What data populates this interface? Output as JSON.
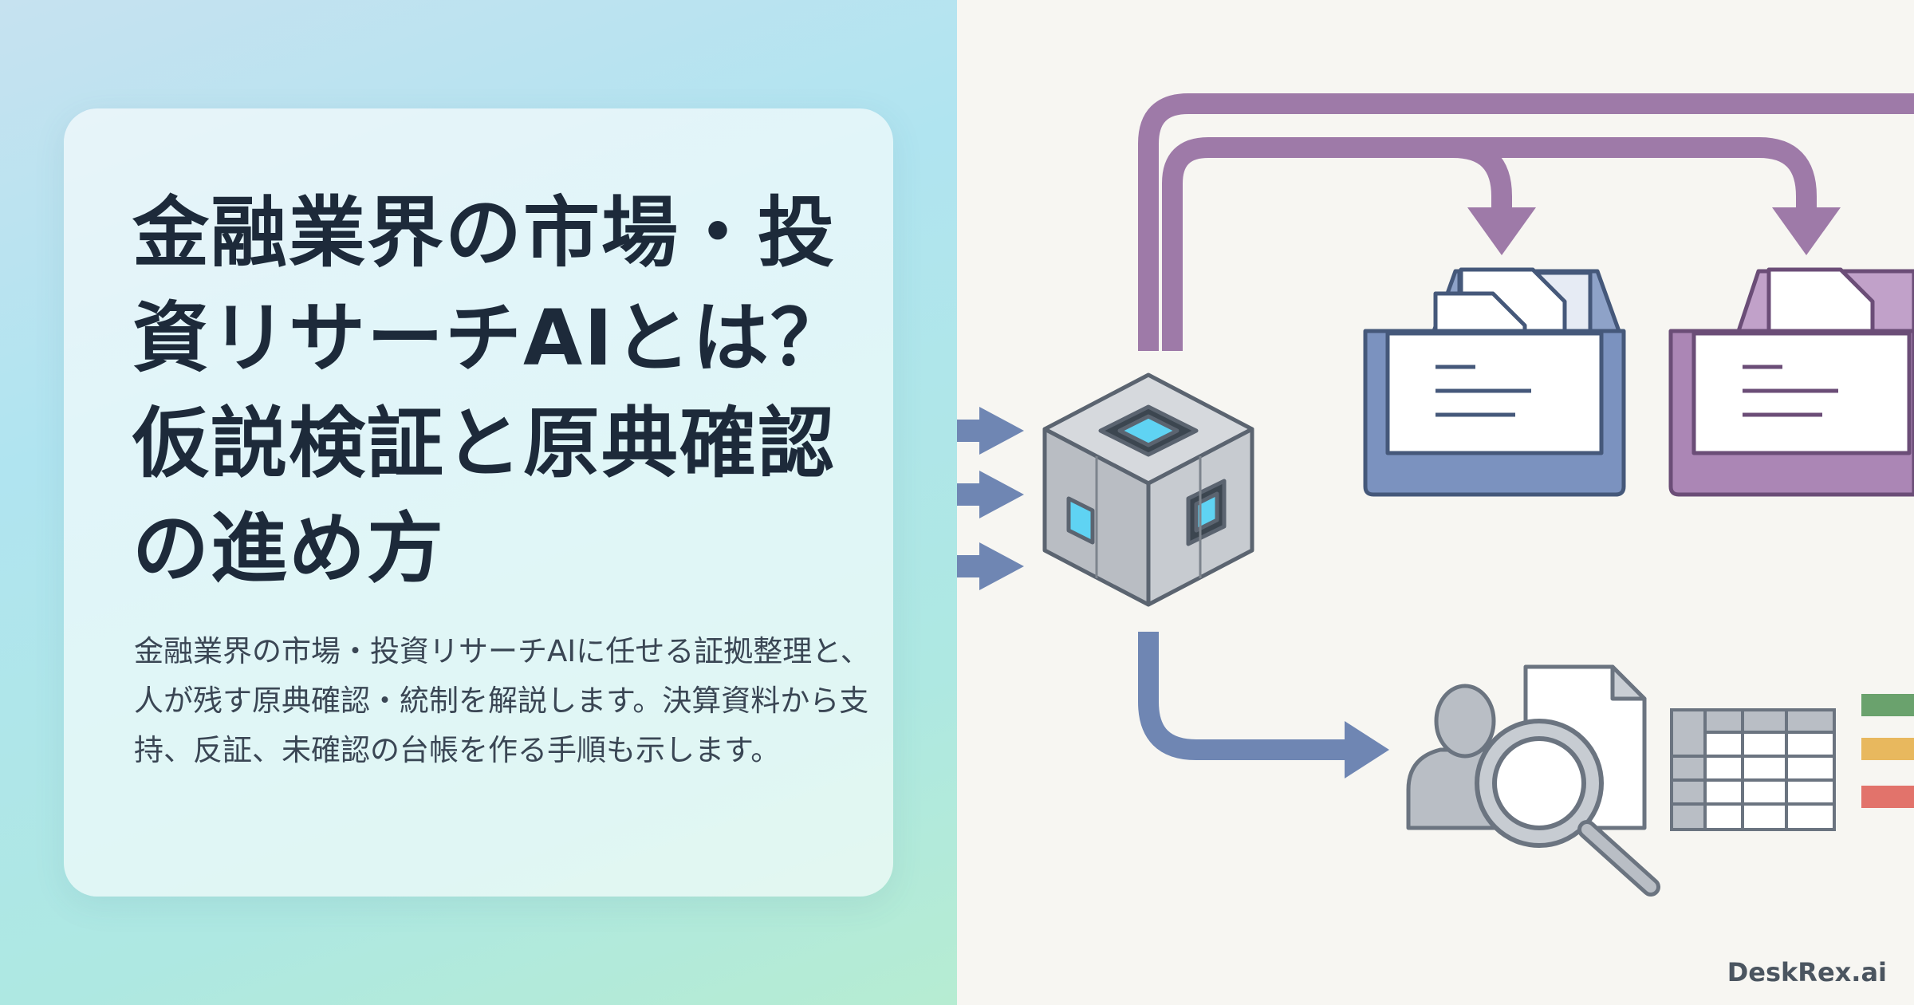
{
  "card": {
    "title": "金融業界の市場・投資リサーチAIとは？仮説検証と原典確認の進め方",
    "description": "金融業界の市場・投資リサーチAIに任せる証拠整理と、人が残す原典確認・統制を解説します。決算資料から支持、反証、未確認の台帳を作る手順も示します。"
  },
  "brand": {
    "name": "DeskRex.ai"
  },
  "colors": {
    "purple": "#9e7aa8",
    "blue": "#6f86b3",
    "cube_glow": "#5fd3f3",
    "status_green": "#6aa26d",
    "status_yellow": "#e8b85e",
    "status_red": "#e2736b"
  },
  "icons": [
    "input-arrow-icon",
    "ai-cube-icon",
    "document-tray-icon",
    "reviewer-icon",
    "magnifier-icon",
    "ledger-table-icon"
  ]
}
